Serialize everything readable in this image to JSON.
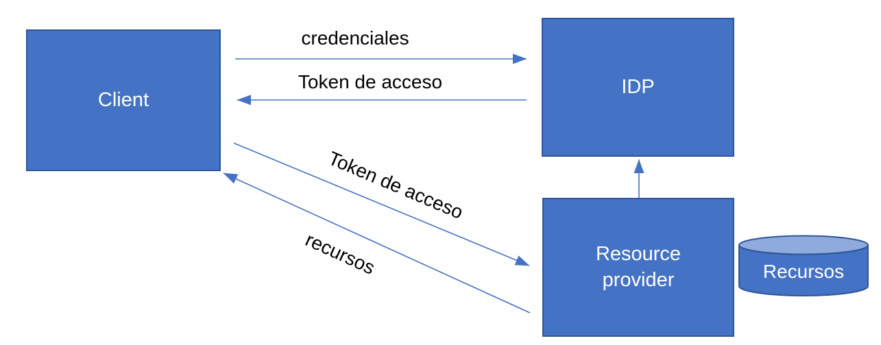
{
  "diagram": {
    "background_color": "#ffffff",
    "colors": {
      "node_fill": "#4472c4",
      "node_border": "#2f5597",
      "node_text": "#ffffff",
      "connector": "#4472c4",
      "edge_label_text": "#000000",
      "cylinder_top_fill": "#8faadc"
    },
    "nodes": {
      "client": {
        "label": "Client",
        "shape": "rectangle"
      },
      "idp": {
        "label": "IDP",
        "shape": "rectangle"
      },
      "resource_provider": {
        "label": "Resource provider",
        "shape": "rectangle"
      },
      "recursos_db": {
        "label": "Recursos",
        "shape": "cylinder"
      }
    },
    "connectors": {
      "credenciales": {
        "label": "credenciales",
        "from": "client",
        "to": "idp"
      },
      "token_to_client": {
        "label": "Token de acceso",
        "from": "idp",
        "to": "client"
      },
      "token_to_provider": {
        "label": "Token de acceso",
        "from": "client",
        "to": "resource_provider"
      },
      "recursos_to_client": {
        "label": "recursos",
        "from": "resource_provider",
        "to": "client"
      },
      "provider_to_idp": {
        "label": "",
        "from": "resource_provider",
        "to": "idp"
      }
    }
  }
}
